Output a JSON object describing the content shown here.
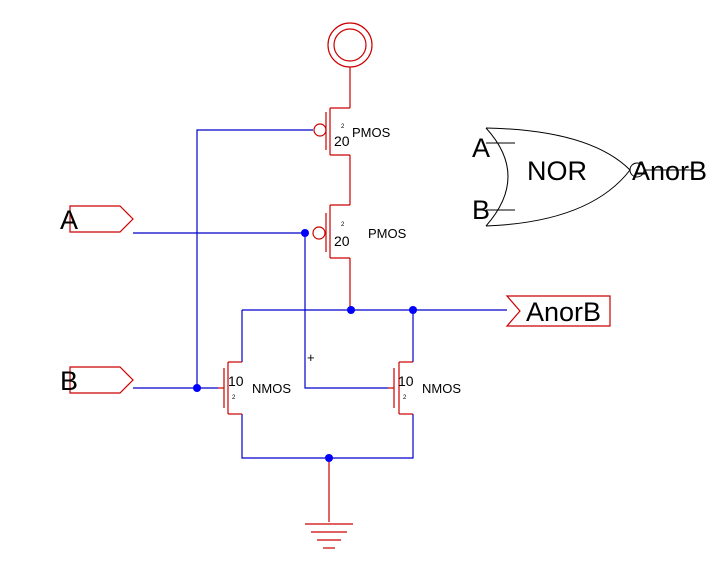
{
  "colors": {
    "wire": "#0000cc",
    "device": "#cc0000",
    "dot": "#0000ff",
    "text": "#000000"
  },
  "pins": {
    "input_a": "A",
    "input_b": "B",
    "output": "AnorB"
  },
  "transistors": {
    "pmos_top": {
      "type": "PMOS",
      "size": "20",
      "tiny": "2"
    },
    "pmos_mid": {
      "type": "PMOS",
      "size": "20",
      "tiny": "2"
    },
    "nmos_left": {
      "type": "NMOS",
      "size": "10",
      "tiny": "2"
    },
    "nmos_right": {
      "type": "NMOS",
      "size": "10",
      "tiny": "2"
    }
  },
  "symbol": {
    "gate_label": "NOR",
    "in_a": "A",
    "in_b": "B",
    "out": "AnorB"
  },
  "cursor": "+"
}
